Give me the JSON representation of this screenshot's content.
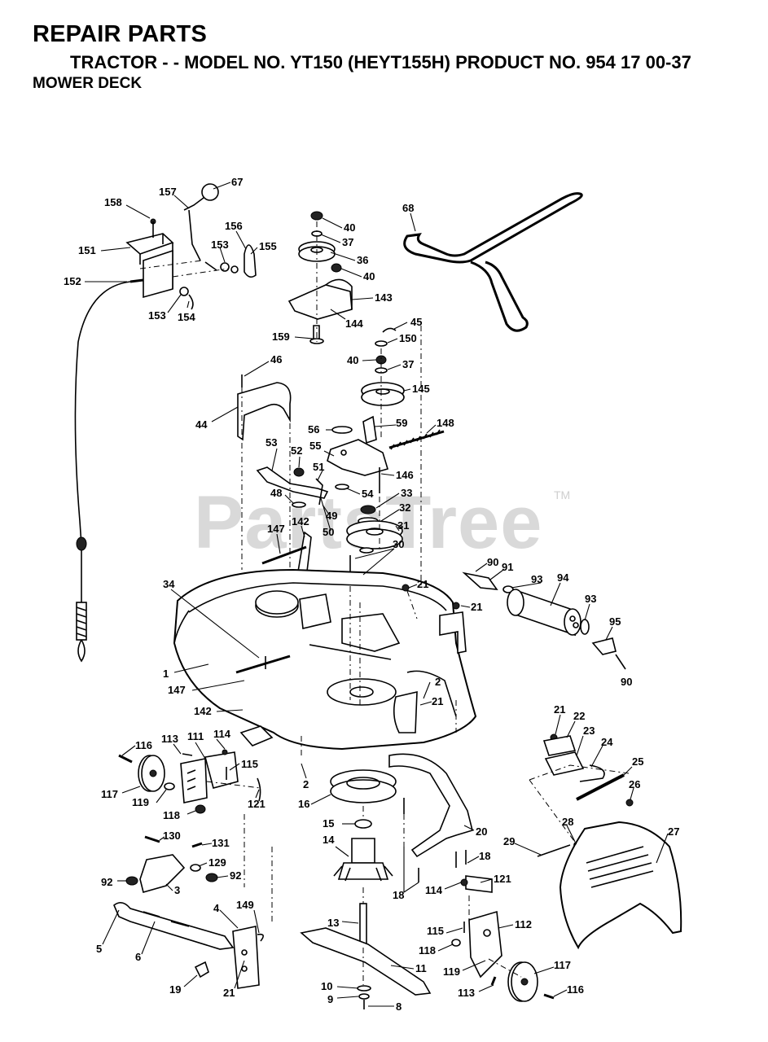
{
  "header": {
    "title": "REPAIR PARTS",
    "subtitle": "TRACTOR - - MODEL NO. YT150 (HEYT155H) PRODUCT NO. 954 17 00-37",
    "section": "MOWER DECK"
  },
  "watermark": {
    "text": "PartsTree",
    "trademark": "TM"
  },
  "callouts": [
    {
      "label": "67"
    },
    {
      "label": "157"
    },
    {
      "label": "158"
    },
    {
      "label": "156"
    },
    {
      "label": "153"
    },
    {
      "label": "155"
    },
    {
      "label": "151"
    },
    {
      "label": "152"
    },
    {
      "label": "153"
    },
    {
      "label": "154"
    },
    {
      "label": "40"
    },
    {
      "label": "37"
    },
    {
      "label": "36"
    },
    {
      "label": "40"
    },
    {
      "label": "143"
    },
    {
      "label": "144"
    },
    {
      "label": "159"
    },
    {
      "label": "68"
    },
    {
      "label": "45"
    },
    {
      "label": "150"
    },
    {
      "label": "40"
    },
    {
      "label": "37"
    },
    {
      "label": "145"
    },
    {
      "label": "46"
    },
    {
      "label": "44"
    },
    {
      "label": "56"
    },
    {
      "label": "59"
    },
    {
      "label": "148"
    },
    {
      "label": "55"
    },
    {
      "label": "53"
    },
    {
      "label": "52"
    },
    {
      "label": "51"
    },
    {
      "label": "146"
    },
    {
      "label": "48"
    },
    {
      "label": "54"
    },
    {
      "label": "33"
    },
    {
      "label": "49"
    },
    {
      "label": "32"
    },
    {
      "label": "142"
    },
    {
      "label": "50"
    },
    {
      "label": "31"
    },
    {
      "label": "147"
    },
    {
      "label": "30"
    },
    {
      "label": "90"
    },
    {
      "label": "91"
    },
    {
      "label": "34"
    },
    {
      "label": "21"
    },
    {
      "label": "93"
    },
    {
      "label": "94"
    },
    {
      "label": "21"
    },
    {
      "label": "93"
    },
    {
      "label": "95"
    },
    {
      "label": "90"
    },
    {
      "label": "1"
    },
    {
      "label": "2"
    },
    {
      "label": "147"
    },
    {
      "label": "21"
    },
    {
      "label": "142"
    },
    {
      "label": "21"
    },
    {
      "label": "22"
    },
    {
      "label": "23"
    },
    {
      "label": "24"
    },
    {
      "label": "116"
    },
    {
      "label": "113"
    },
    {
      "label": "111"
    },
    {
      "label": "114"
    },
    {
      "label": "115"
    },
    {
      "label": "25"
    },
    {
      "label": "2"
    },
    {
      "label": "26"
    },
    {
      "label": "117"
    },
    {
      "label": "119"
    },
    {
      "label": "121"
    },
    {
      "label": "16"
    },
    {
      "label": "118"
    },
    {
      "label": "27"
    },
    {
      "label": "28"
    },
    {
      "label": "15"
    },
    {
      "label": "20"
    },
    {
      "label": "29"
    },
    {
      "label": "130"
    },
    {
      "label": "131"
    },
    {
      "label": "14"
    },
    {
      "label": "18"
    },
    {
      "label": "129"
    },
    {
      "label": "92"
    },
    {
      "label": "92"
    },
    {
      "label": "3"
    },
    {
      "label": "114"
    },
    {
      "label": "121"
    },
    {
      "label": "18"
    },
    {
      "label": "4"
    },
    {
      "label": "149"
    },
    {
      "label": "13"
    },
    {
      "label": "112"
    },
    {
      "label": "5"
    },
    {
      "label": "6"
    },
    {
      "label": "115"
    },
    {
      "label": "118"
    },
    {
      "label": "11"
    },
    {
      "label": "117"
    },
    {
      "label": "119"
    },
    {
      "label": "19"
    },
    {
      "label": "21"
    },
    {
      "label": "10"
    },
    {
      "label": "113"
    },
    {
      "label": "116"
    },
    {
      "label": "9"
    },
    {
      "label": "8"
    }
  ]
}
